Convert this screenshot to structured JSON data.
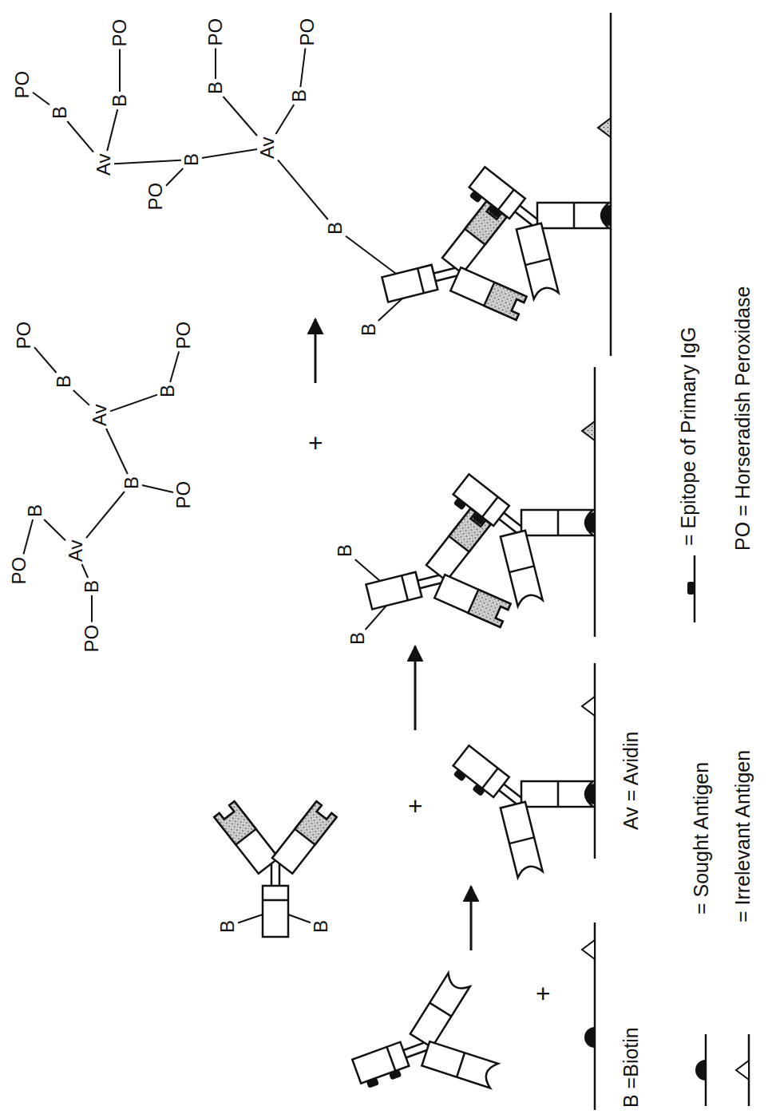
{
  "diagram": {
    "labels": [
      "B",
      "B",
      "+",
      "+",
      "PO",
      "B",
      "Av",
      "PO",
      "B",
      "B",
      "PO",
      "Av",
      "B",
      "PO",
      "B",
      "PO",
      "B",
      "B",
      "+",
      "PO",
      "B",
      "Av",
      "B",
      "PO",
      "PO",
      "B",
      "Av",
      "B",
      "PO",
      "B",
      "PO",
      "B",
      "B",
      "B =Biotin",
      "Av = Avidin",
      "PO = Horseradish Peroxidase"
    ],
    "legend": [
      {
        "text": "= Sought Antigen"
      },
      {
        "text": "= Irrelevant Antigen"
      },
      {
        "text": "= Epitope of Primary IgG"
      }
    ]
  }
}
